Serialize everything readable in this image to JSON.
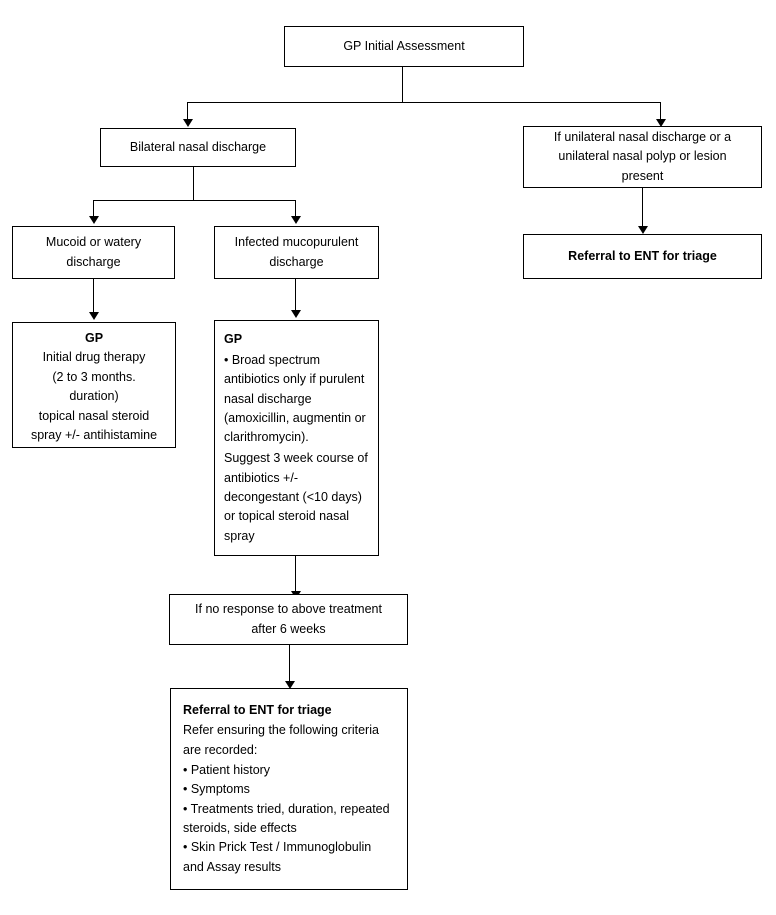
{
  "chart_data": {
    "type": "diagram",
    "title": "GP Initial Assessment clinical pathway flowchart",
    "orientation": "top-down",
    "node_count": 9,
    "nodes": [
      {
        "id": "n1",
        "label": "GP Initial Assessment"
      },
      {
        "id": "n2",
        "label": "Bilateral nasal discharge"
      },
      {
        "id": "n3",
        "label": "If unilateral nasal discharge or a unilateral nasal polyp or lesion present"
      },
      {
        "id": "n4",
        "label": "Referral to ENT for triage"
      },
      {
        "id": "n5",
        "label": "Mucoid or watery discharge"
      },
      {
        "id": "n6",
        "label": "Infected mucopurulent discharge"
      },
      {
        "id": "n7",
        "label": "GP Initial drug therapy (2 to 3 months. duration) topical nasal steroid spray +/- antihistamine"
      },
      {
        "id": "n8",
        "label": "GP Broad spectrum antibiotics only if purulent nasal discharge (amoxicillin, augmentin or clarithromycin). Suggest 3 week course of antibiotics +/- decongestant (<10 days) or topical steroid nasal spray"
      },
      {
        "id": "n9",
        "label": "If no response to above treatment after 6 weeks"
      },
      {
        "id": "n10",
        "label": "Referral to ENT for triage - Refer ensuring the following criteria are recorded"
      }
    ],
    "edges": [
      {
        "from": "n1",
        "to": "n2"
      },
      {
        "from": "n1",
        "to": "n3"
      },
      {
        "from": "n3",
        "to": "n4"
      },
      {
        "from": "n2",
        "to": "n5"
      },
      {
        "from": "n2",
        "to": "n6"
      },
      {
        "from": "n5",
        "to": "n7"
      },
      {
        "from": "n6",
        "to": "n8"
      },
      {
        "from": "n8",
        "to": "n9"
      },
      {
        "from": "n9",
        "to": "n10"
      }
    ]
  },
  "colors": {
    "background": "#ffffff",
    "border": "#000000",
    "text": "#000000",
    "connector": "#000000"
  },
  "nodes": {
    "initial_assessment": {
      "title": "GP Initial Assessment"
    },
    "bilateral": {
      "title": "Bilateral nasal discharge"
    },
    "unilateral": {
      "line1": "If unilateral nasal discharge or a",
      "line2": "unilateral nasal polyp or lesion",
      "line3": "present"
    },
    "referral_right": {
      "title": "Referral to ENT for triage"
    },
    "mucoid": {
      "line1": "Mucoid or watery",
      "line2": "discharge"
    },
    "infected": {
      "line1": "Infected mucopurulent",
      "line2": "discharge"
    },
    "gp_left": {
      "heading": "GP",
      "line1": "Initial drug therapy",
      "line2": "(2 to 3 months.",
      "line3": "duration)",
      "line4": "topical nasal steroid",
      "line5": "spray +/- antihistamine"
    },
    "gp_right": {
      "heading": "GP",
      "bullet1": "• Broad spectrum antibiotics only if purulent nasal discharge (amoxicillin, augmentin or clarithromycin).",
      "para2": "Suggest 3 week course of antibiotics +/- decongestant (<10 days) or topical steroid nasal spray"
    },
    "no_response": {
      "line1": "If no response to above treatment",
      "line2": "after 6 weeks"
    },
    "referral_bottom": {
      "heading": "Referral to ENT for triage",
      "intro": "Refer ensuring the following criteria are recorded:",
      "bullets": [
        "• Patient history",
        "• Symptoms",
        "• Treatments  tried, duration, repeated steroids, side effects",
        "• Skin Prick Test / Immunoglobulin and Assay results"
      ]
    }
  }
}
